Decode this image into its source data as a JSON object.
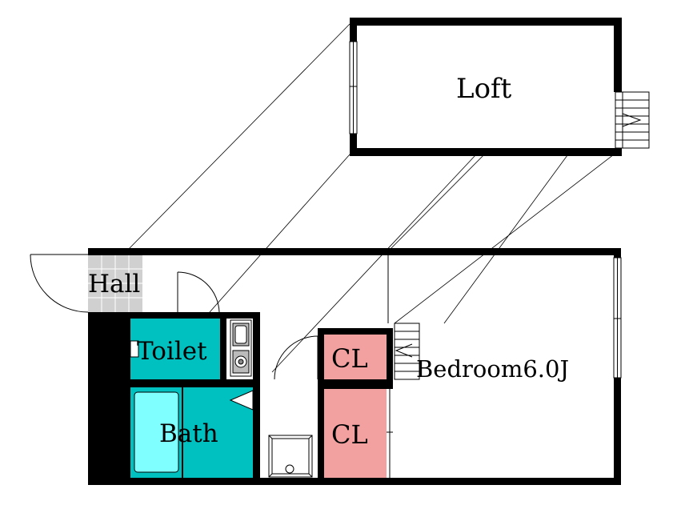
{
  "rooms": {
    "loft": "Loft",
    "hall": "Hall",
    "toilet": "Toilet",
    "bath": "Bath",
    "closet_upper": "CL",
    "closet_lower": "CL",
    "bedroom": "Bedroom6.0J"
  },
  "colors": {
    "wall": "#000000",
    "wet_area": "#00c0c0",
    "bathtub": "#7fffff",
    "closet": "#f2a0a0",
    "hall_tile": "#d0d0d0",
    "background": "#ffffff"
  }
}
